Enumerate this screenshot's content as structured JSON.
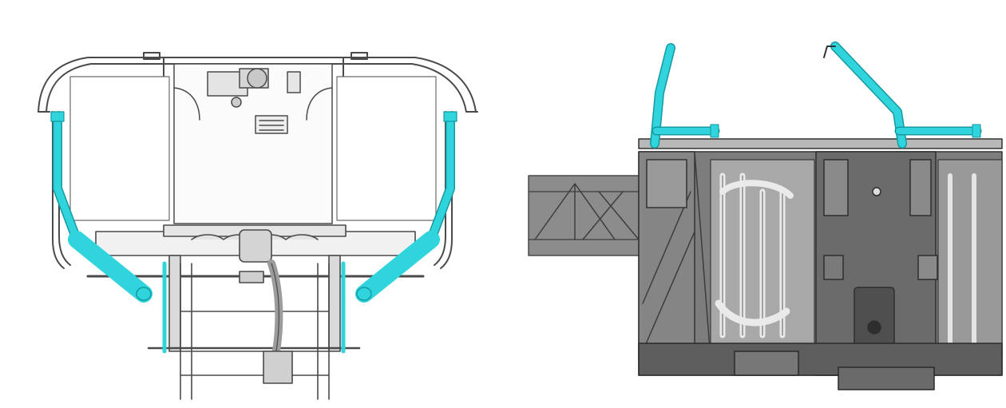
{
  "figure": {
    "colors": {
      "highlight": "#2fd4dc",
      "highlight_dark": "#159aa2",
      "line": "#4a4a4a",
      "light_fill": "#f4f4f4",
      "mid_gray": "#9a9a9a",
      "dark_gray": "#6e6e6e",
      "darker_gray": "#555555"
    },
    "views": [
      {
        "id": "front-view",
        "highlighted_part": "exhaust-pipes"
      },
      {
        "id": "side-view",
        "highlighted_part": "exhaust-pipes"
      }
    ]
  }
}
